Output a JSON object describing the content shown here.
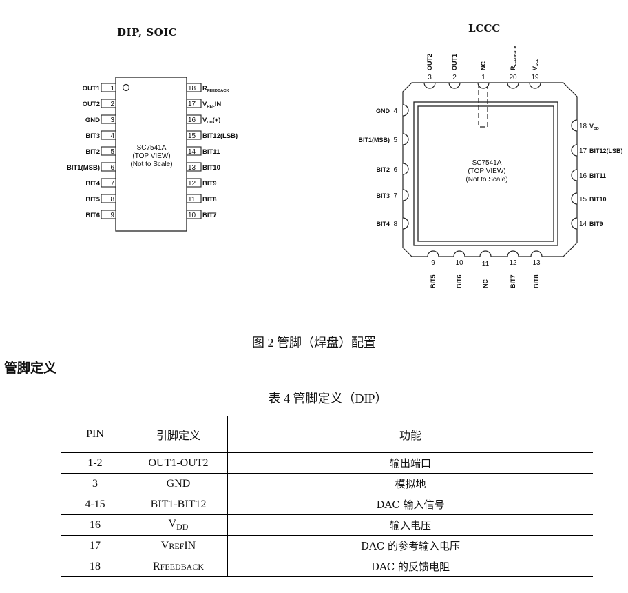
{
  "figure": {
    "dip": {
      "title": "DIP, SOIC",
      "chip_label": [
        "SC7541A",
        "(TOP VIEW)",
        "(Not to Scale)"
      ],
      "left_pins": [
        {
          "num": "1",
          "name": "OUT1"
        },
        {
          "num": "2",
          "name": "OUT2"
        },
        {
          "num": "3",
          "name": "GND"
        },
        {
          "num": "4",
          "name": "BIT3"
        },
        {
          "num": "5",
          "name": "BIT2"
        },
        {
          "num": "6",
          "name": "BIT1(MSB)"
        },
        {
          "num": "7",
          "name": "BIT4"
        },
        {
          "num": "8",
          "name": "BIT5"
        },
        {
          "num": "9",
          "name": "BIT6"
        }
      ],
      "right_pins": [
        {
          "num": "18",
          "name": "R",
          "sub": "FEEDBACK",
          "suffix": ""
        },
        {
          "num": "17",
          "name": "V",
          "sub": "REF",
          "suffix": "IN"
        },
        {
          "num": "16",
          "name": "V",
          "sub": "DD",
          "suffix": "(+)"
        },
        {
          "num": "15",
          "name": "BIT12(LSB)",
          "sub": "",
          "suffix": ""
        },
        {
          "num": "14",
          "name": "BIT11",
          "sub": "",
          "suffix": ""
        },
        {
          "num": "13",
          "name": "BIT10",
          "sub": "",
          "suffix": ""
        },
        {
          "num": "12",
          "name": "BIT9",
          "sub": "",
          "suffix": ""
        },
        {
          "num": "11",
          "name": "BIT8",
          "sub": "",
          "suffix": ""
        },
        {
          "num": "10",
          "name": "BIT7",
          "sub": "",
          "suffix": ""
        }
      ]
    },
    "lccc": {
      "title": "LCCC",
      "chip_label": [
        "SC7541A",
        "(TOP VIEW)",
        "(Not to Scale)"
      ],
      "top_pins": [
        {
          "num": "3",
          "name": "OUT2",
          "sub": ""
        },
        {
          "num": "2",
          "name": "OUT1",
          "sub": ""
        },
        {
          "num": "1",
          "name": "NC",
          "sub": ""
        },
        {
          "num": "20",
          "name": "R",
          "sub": "FEEDBACK"
        },
        {
          "num": "19",
          "name": "V",
          "sub": "REF"
        }
      ],
      "left_pins": [
        {
          "num": "4",
          "name": "GND"
        },
        {
          "num": "5",
          "name": "BIT1(MSB)"
        },
        {
          "num": "6",
          "name": "BIT2"
        },
        {
          "num": "7",
          "name": "BIT3"
        },
        {
          "num": "8",
          "name": "BIT4"
        }
      ],
      "right_pins": [
        {
          "num": "18",
          "name": "V",
          "sub": "DD"
        },
        {
          "num": "17",
          "name": "BIT12(LSB)",
          "sub": ""
        },
        {
          "num": "16",
          "name": "BIT11",
          "sub": ""
        },
        {
          "num": "15",
          "name": "BIT10",
          "sub": ""
        },
        {
          "num": "14",
          "name": "BIT9",
          "sub": ""
        }
      ],
      "bottom_pins": [
        {
          "num": "9",
          "name": "BIT5"
        },
        {
          "num": "10",
          "name": "BIT6"
        },
        {
          "num": "11",
          "name": "NC"
        },
        {
          "num": "12",
          "name": "BIT7"
        },
        {
          "num": "13",
          "name": "BIT8"
        }
      ]
    },
    "caption": "图 2 管脚（焊盘）配置"
  },
  "section_heading": "管脚定义",
  "table": {
    "caption": "表 4 管脚定义（DIP）",
    "headers": [
      "PIN",
      "引脚定义",
      "功能"
    ],
    "rows": [
      {
        "pin": "1-2",
        "def": "OUT1-OUT2",
        "def_sub": "",
        "def_suffix": "",
        "func": "输出端口"
      },
      {
        "pin": "3",
        "def": "GND",
        "def_sub": "",
        "def_suffix": "",
        "func": "模拟地"
      },
      {
        "pin": "4-15",
        "def": "BIT1-BIT12",
        "def_sub": "",
        "def_suffix": "",
        "func": "DAC 输入信号"
      },
      {
        "pin": "16",
        "def": "V",
        "def_sub": "DD",
        "def_suffix": "",
        "func": "输入电压"
      },
      {
        "pin": "17",
        "def": "V",
        "def_sub": "REF",
        "def_suffix": "IN",
        "func": "DAC 的参考输入电压"
      },
      {
        "pin": "18",
        "def": "R",
        "def_sub": "FEEDBACK",
        "def_suffix": "",
        "func": "DAC 的反馈电阻"
      }
    ]
  }
}
